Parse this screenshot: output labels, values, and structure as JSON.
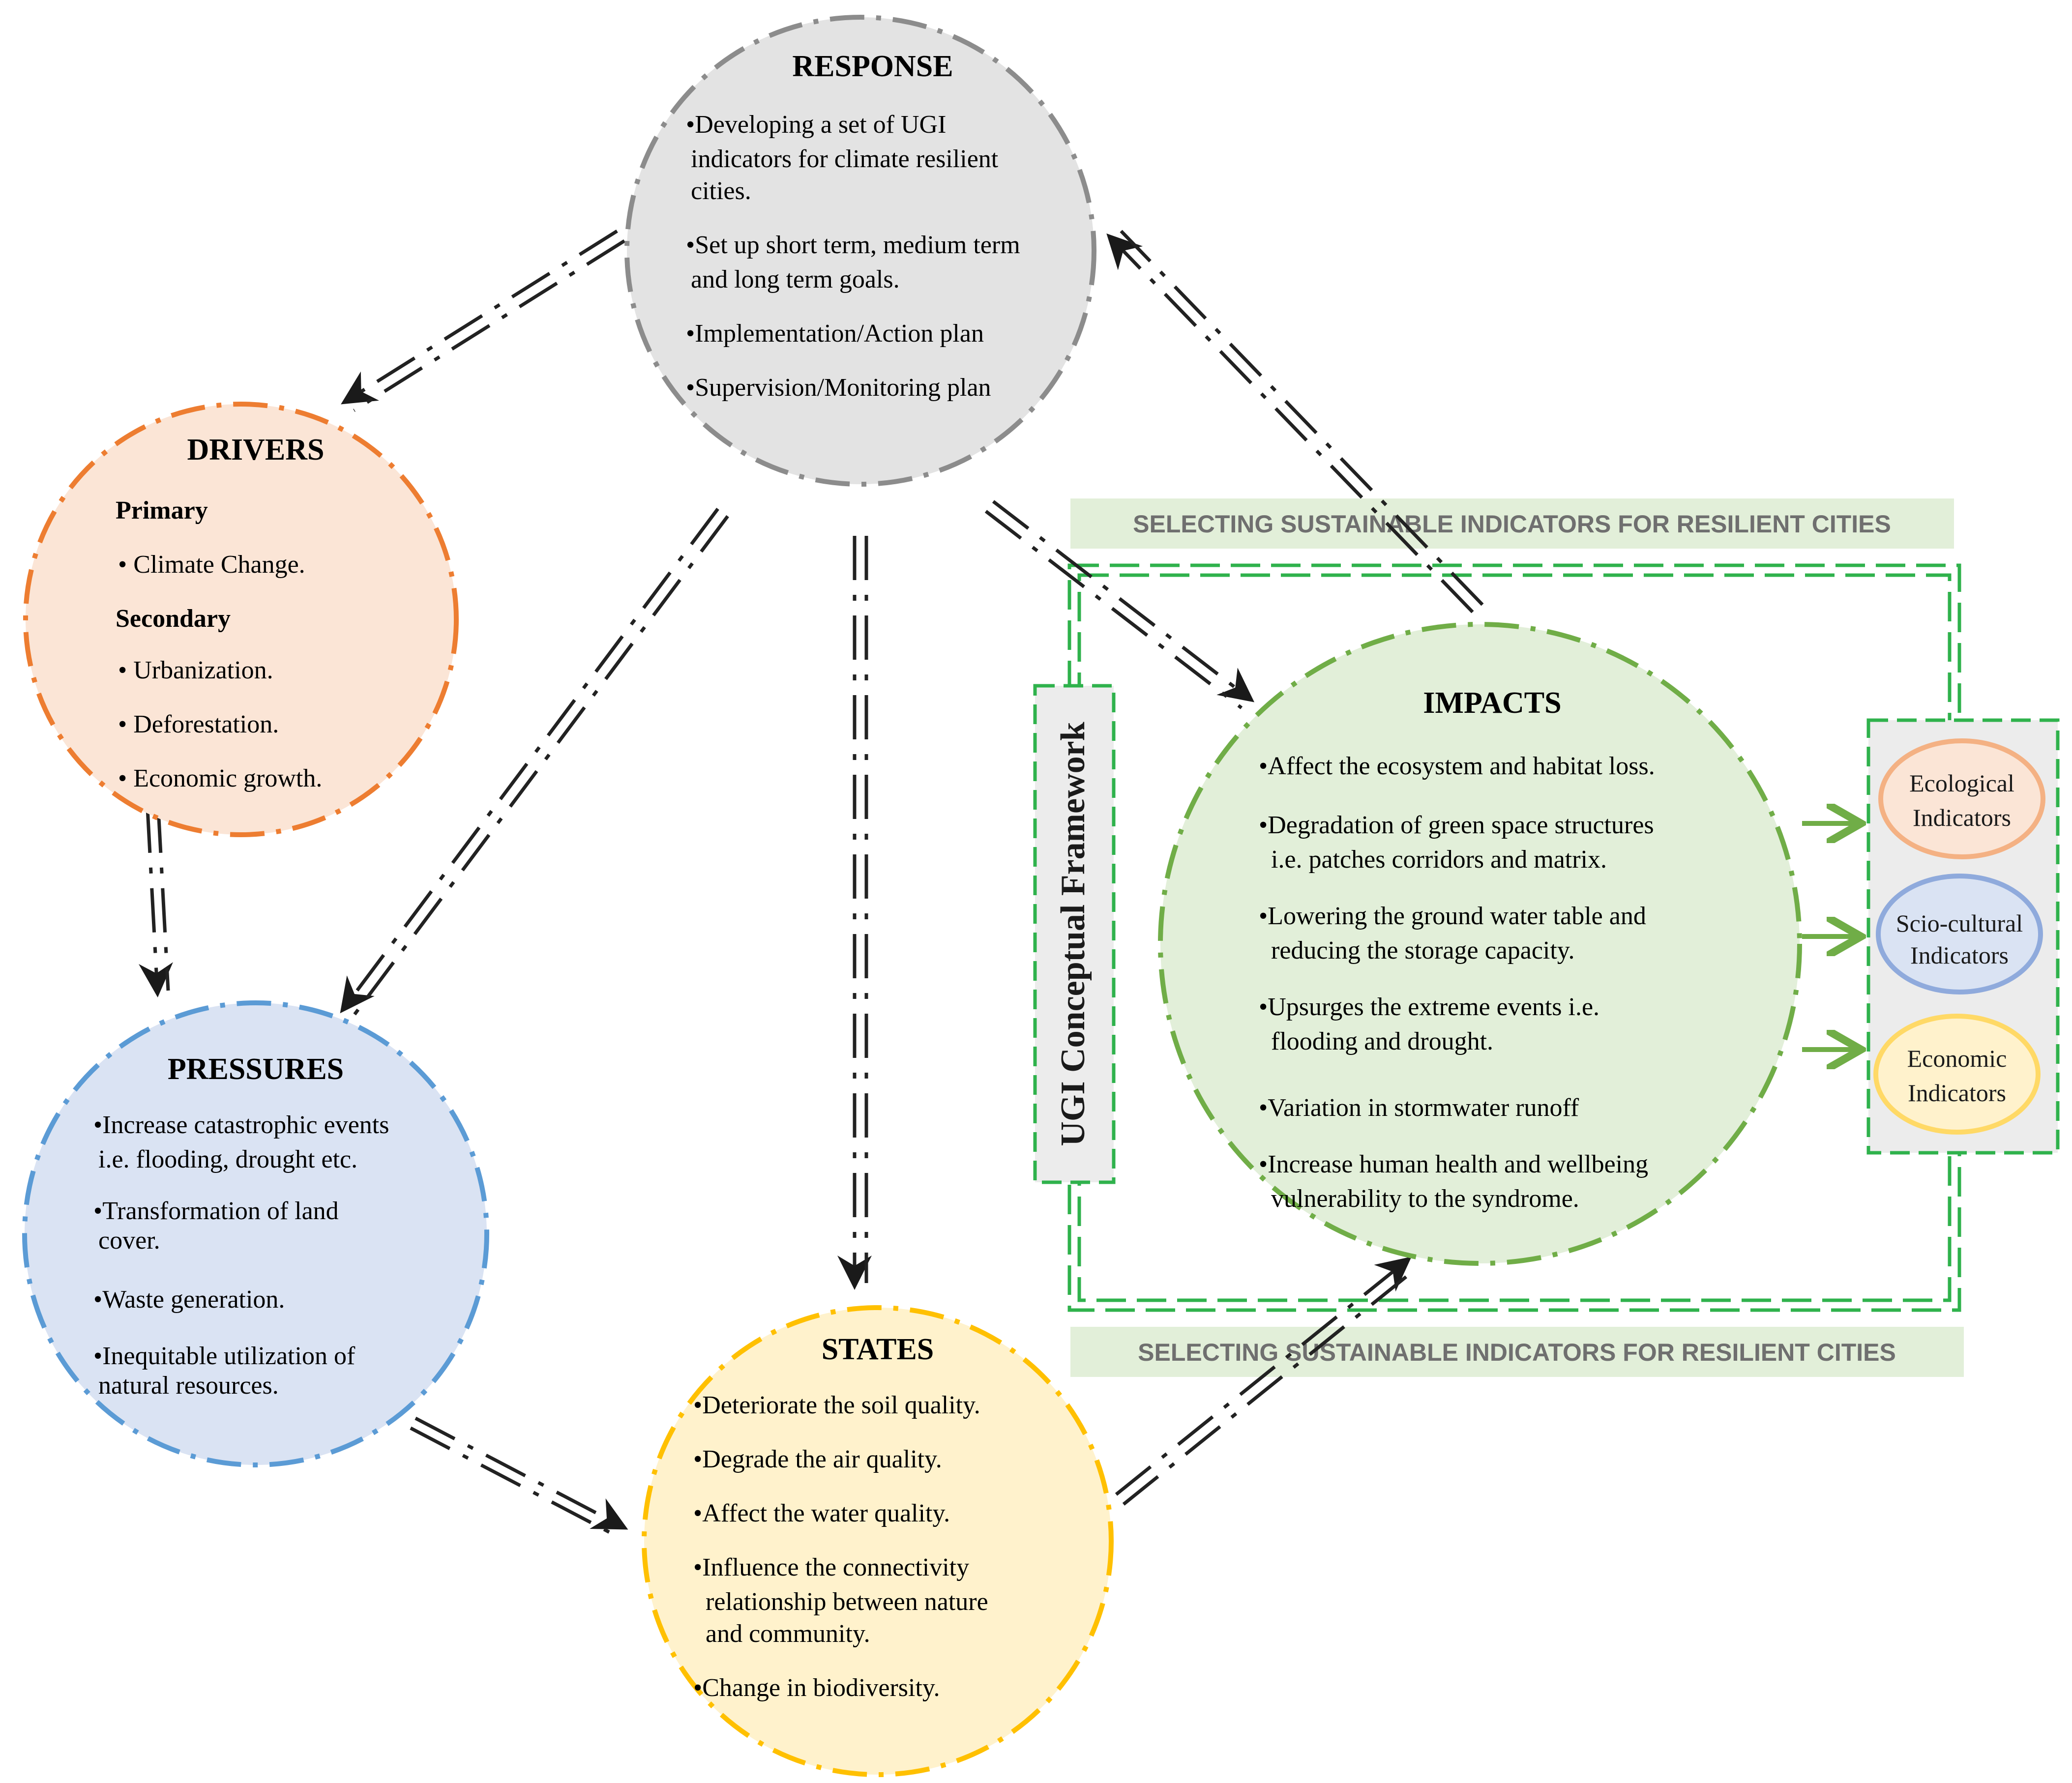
{
  "nodes": {
    "response": {
      "title": "RESPONSE",
      "lines": [
        "•Developing a set of UGI",
        "indicators for climate resilient",
        "cities.",
        "•Set up short term, medium term",
        "and long term goals.",
        "•Implementation/Action plan",
        "•Supervision/Monitoring plan"
      ],
      "fill": "#e3e3e3",
      "stroke": "#8c8c8c"
    },
    "drivers": {
      "title": "DRIVERS",
      "lines": [
        "Primary",
        "• Climate Change.",
        "Secondary",
        "• Urbanization.",
        "• Deforestation.",
        "• Economic growth."
      ],
      "fill": "#fbe5d6",
      "stroke": "#ed7d31"
    },
    "pressures": {
      "title": "PRESSURES",
      "lines": [
        "•Increase catastrophic events",
        "i.e. flooding, drought etc.",
        "•Transformation of land",
        "cover.",
        "•Waste generation.",
        "•Inequitable utilization of",
        "natural resources."
      ],
      "fill": "#dae3f3",
      "stroke": "#5b9bd5"
    },
    "states": {
      "title": "STATES",
      "lines": [
        "•Deteriorate the soil quality.",
        "•Degrade the air quality.",
        "•Affect the water quality.",
        "•Influence the connectivity",
        "relationship between nature",
        "and community.",
        "•Change in biodiversity."
      ],
      "fill": "#fff2cc",
      "stroke": "#ffc000"
    },
    "impacts": {
      "title": "IMPACTS",
      "lines": [
        "•Affect the ecosystem and habitat loss.",
        "•Degradation of green space structures",
        "i.e. patches corridors and matrix.",
        "•Lowering the ground water table and",
        "reducing the storage capacity.",
        "•Upsurges the extreme events i.e.",
        "flooding and drought.",
        "•Variation in stormwater runoff",
        "•Increase human health and wellbeing",
        "vulnerability to the syndrome."
      ],
      "fill": "#e2efd9",
      "stroke": "#70ad47"
    }
  },
  "framework": {
    "banner_top": "SELECTING SUSTAINABLE INDICATORS FOR RESILIENT CITIES",
    "banner_bottom": "SELECTING SUSTAINABLE INDICATORS FOR RESILIENT CITIES",
    "vertical_label": "UGI Conceptual Framework",
    "border_color": "#2fb24c",
    "banner_fill": "#e2efd9"
  },
  "indicators": [
    {
      "line1": "Ecological",
      "line2": "Indicators",
      "fill": "#fbe5d6",
      "stroke": "#f4b183"
    },
    {
      "line1": "Scio-cultural",
      "line2": "Indicators",
      "fill": "#dae3f3",
      "stroke": "#8faadc"
    },
    {
      "line1": "Economic",
      "line2": "Indicators",
      "fill": "#fff2cc",
      "stroke": "#ffd966"
    }
  ],
  "arrow_color": "#70ad47"
}
